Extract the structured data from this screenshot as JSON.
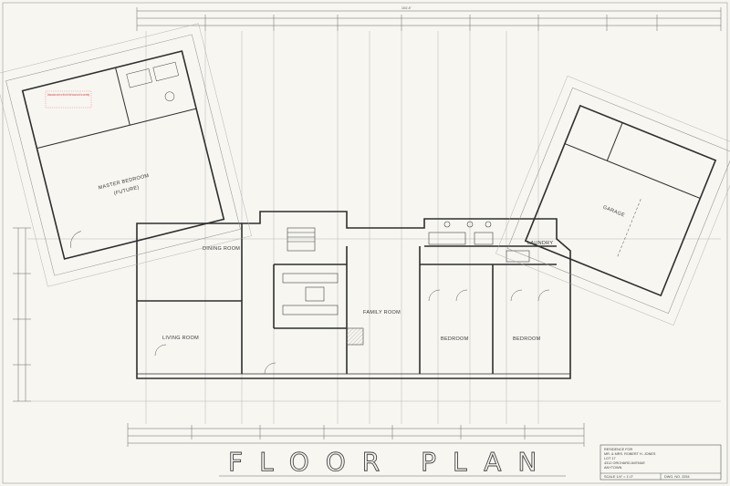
{
  "title": "FLOOR PLAN",
  "rooms": {
    "master_bedroom": "MASTER BEDROOM",
    "master_bedroom_sub": "(FUTURE)",
    "garage": "GARAGE",
    "dining_room": "DINING ROOM",
    "living_room": "LIVING ROOM",
    "family_room": "FAMILY ROOM",
    "bedroom_1": "BEDROOM",
    "bedroom_2": "BEDROOM",
    "laundry": "LAUNDRY"
  },
  "overall_dimension": "104'-4\"",
  "annotation_note": "Discussion note on the list the house as it is currently",
  "title_block": [
    "RESIDENCE FOR",
    "MR. & MRS. ROBERT H. JONES",
    "LOT 17",
    "4312 ORCHARD AVENUE",
    "ANYTOWN",
    "SCALE 1/4\" = 1'-0\"",
    "DWG. NO. 2254"
  ]
}
